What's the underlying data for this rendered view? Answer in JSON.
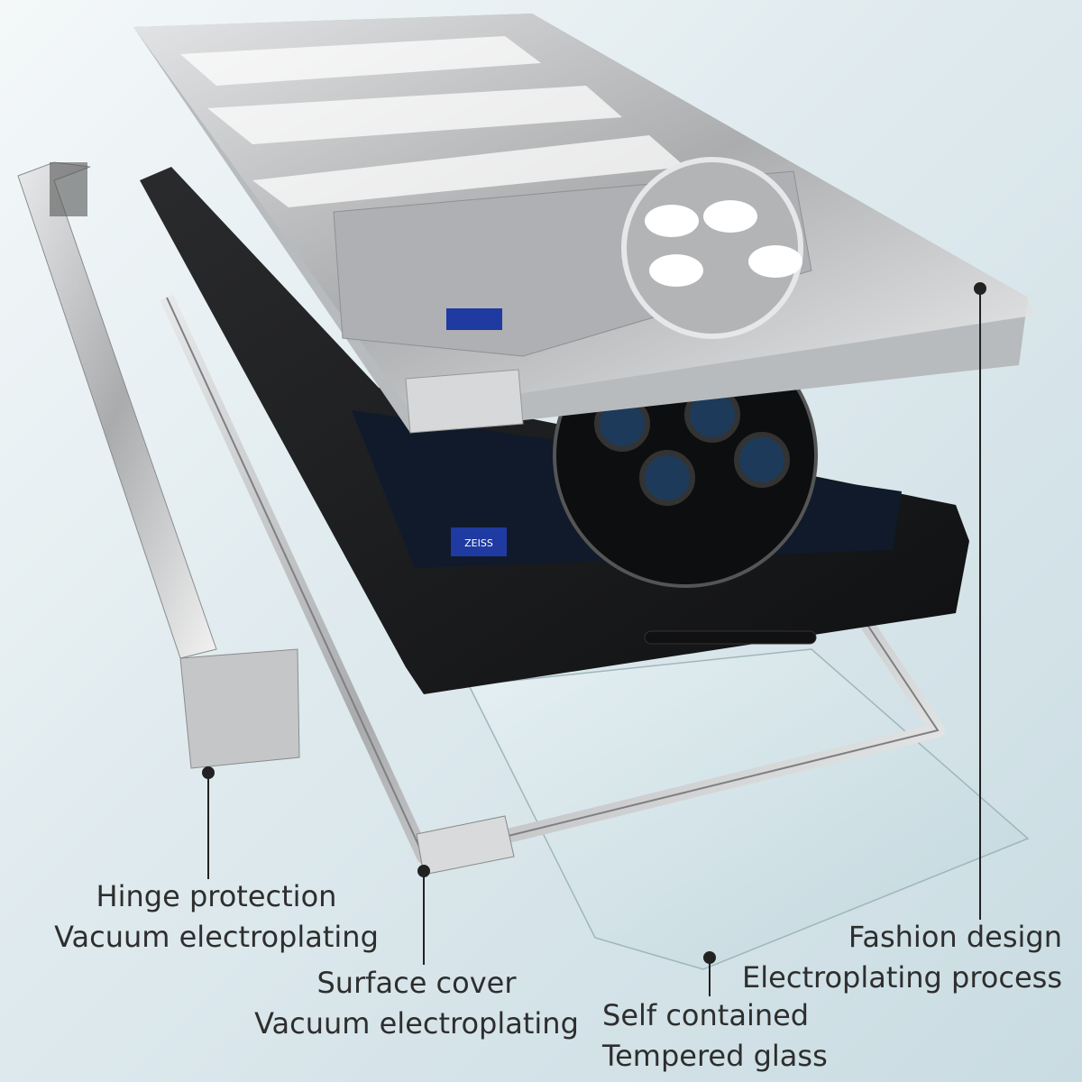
{
  "callouts": {
    "hinge": {
      "line1": "Hinge protection",
      "line2": "Vacuum electroplating"
    },
    "surface": {
      "line1": "Surface cover",
      "line2": "Vacuum electroplating"
    },
    "glass": {
      "line1": "Self contained",
      "line2": "Tempered glass"
    },
    "fashion": {
      "line1": "Fashion design",
      "line2": "Electroplating process"
    }
  },
  "brand_badge": "ZEISS",
  "colors": {
    "text": "#2e2e2e",
    "silver": "#c9cbcd",
    "phone": "#1b1c1e",
    "lens_ring": "#0d0e10"
  }
}
